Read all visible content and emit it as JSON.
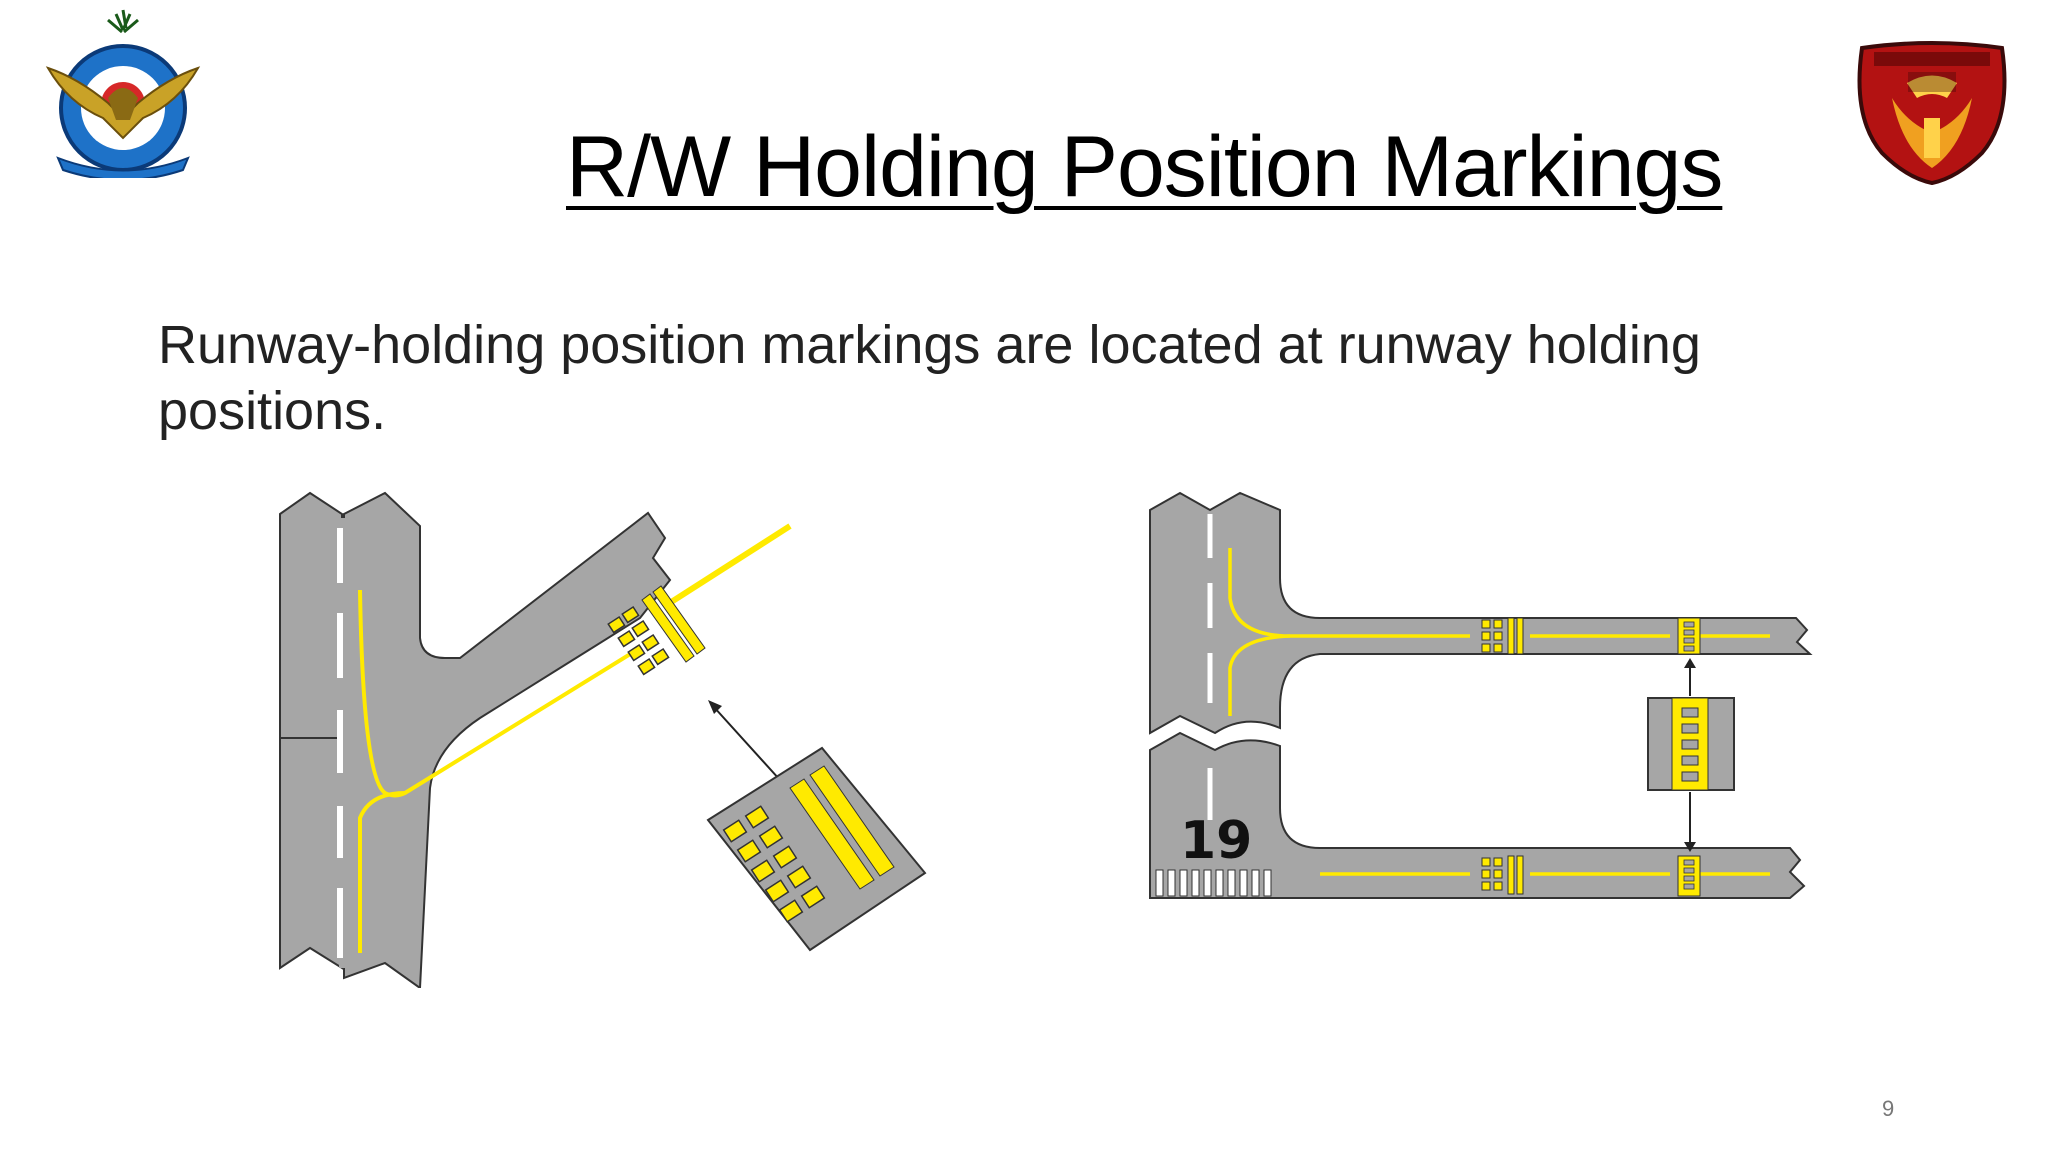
{
  "slide": {
    "title": "R/W Holding Position Markings",
    "body": "Runway-holding position markings are located at runway holding positions.",
    "page_number": "9"
  },
  "diagrams": {
    "right_runway_number": "19"
  },
  "logos": {
    "left_emblem": "bangladesh-air-force-emblem-icon",
    "right_emblem": "squadron-103-emblem-icon"
  },
  "colors": {
    "pavement": "#a6a6a6",
    "marking_yellow": "#ffff00",
    "outline": "#333333",
    "centerline_white": "#ffffff"
  }
}
